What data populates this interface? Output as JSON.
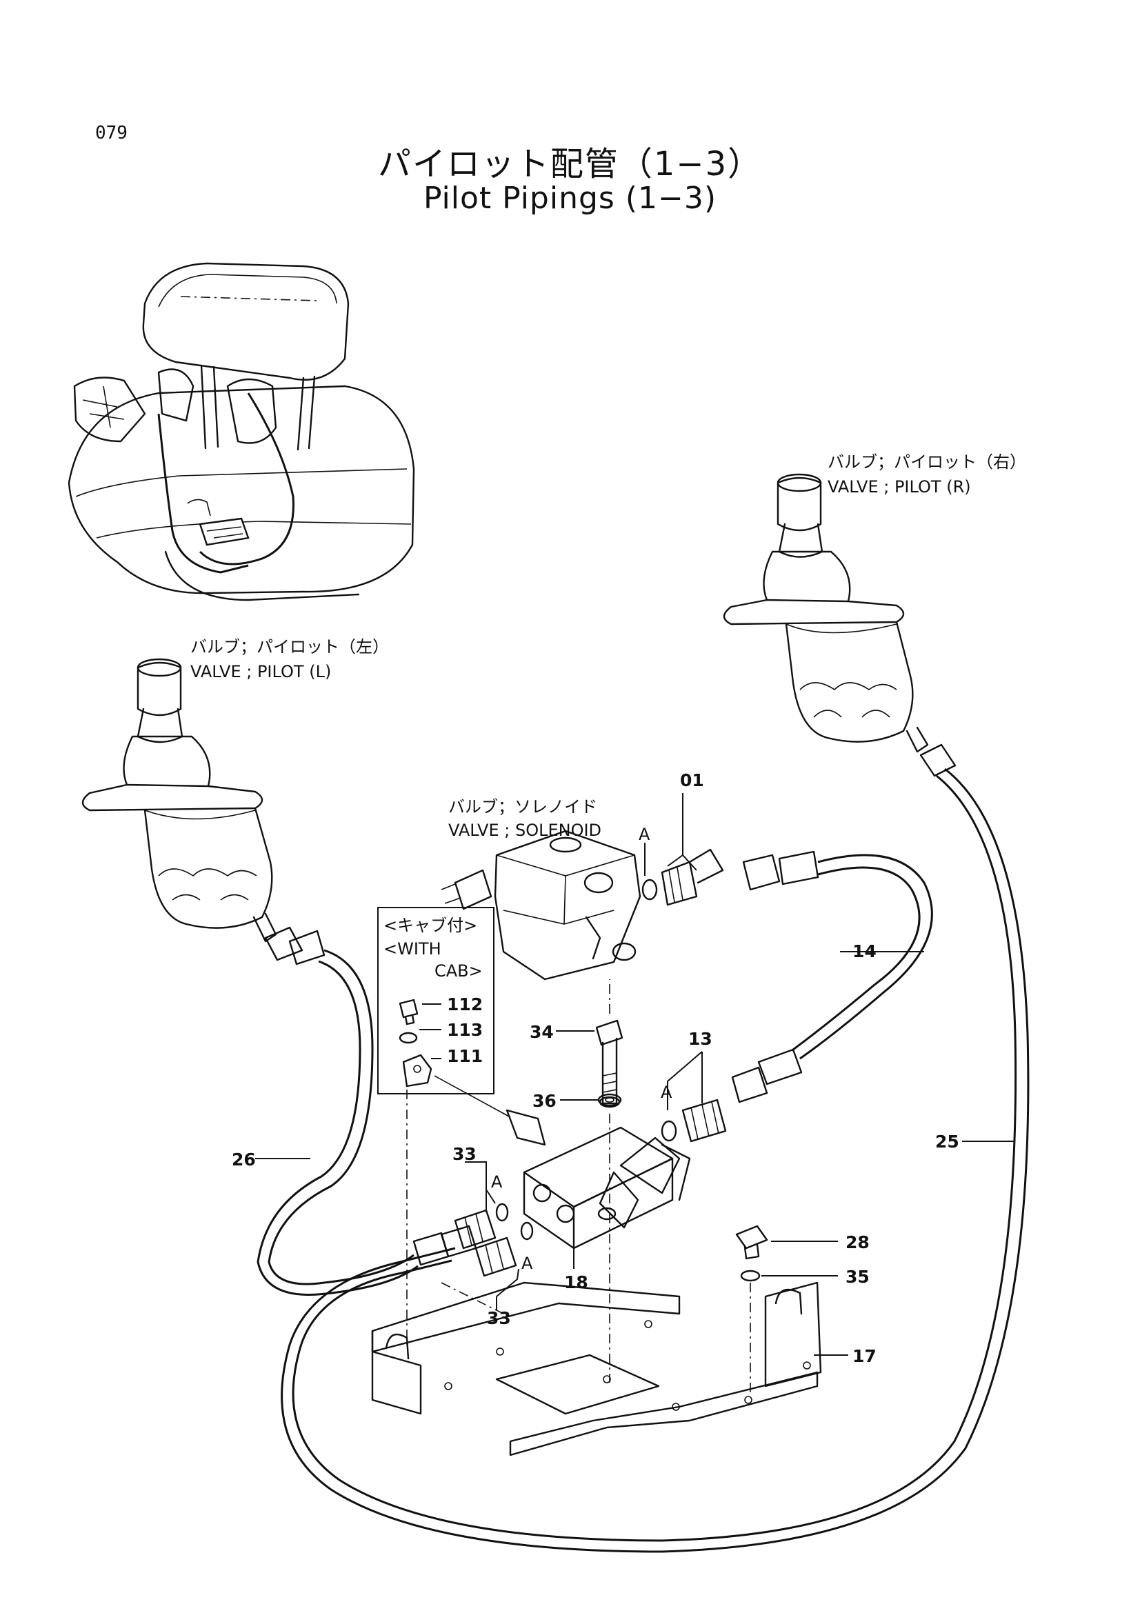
{
  "page_number": "079",
  "title_jp": "パイロット配管（1−3）",
  "title_en": "Pilot Pipings (1−3)",
  "labels": {
    "valve_pilot_right_jp": "バルブ；パイロット（右）",
    "valve_pilot_right_en": "VALVE ; PILOT (R)",
    "valve_pilot_left_jp": "バルブ；パイロット（左）",
    "valve_pilot_left_en": "VALVE ; PILOT (L)",
    "valve_solenoid_jp": "バルブ；ソレノイド",
    "valve_solenoid_en": "VALVE ; SOLENOID",
    "with_cab_jp": "<キャブ付>",
    "with_cab_en_1": "<WITH",
    "with_cab_en_2": "CAB>"
  },
  "callouts": {
    "p01": "01",
    "p13": "13",
    "p14": "14",
    "p17": "17",
    "p18": "18",
    "p25": "25",
    "p26": "26",
    "p28": "28",
    "p33a": "33",
    "p33b": "33",
    "p34": "34",
    "p35": "35",
    "p36": "36",
    "p111": "111",
    "p112": "112",
    "p113": "113",
    "a1": "A",
    "a2": "A",
    "a3": "A",
    "a4": "A"
  }
}
